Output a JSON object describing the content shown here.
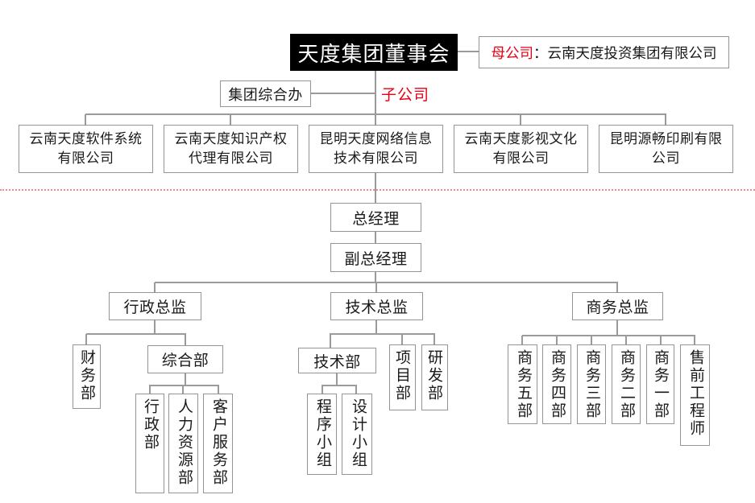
{
  "org": {
    "board": "天度集团董事会",
    "parent": {
      "label_red": "母公司",
      "label_black": "：云南天度投资集团有限公司"
    },
    "subsidiary_label": "子公司",
    "group_office": "集团综合办",
    "companies": [
      "云南天度软件系统\n有限公司",
      "云南天度知识产权\n代理有限公司",
      "昆明天度网络信息\n技术有限公司",
      "云南天度影视文化\n有限公司",
      "昆明源畅印刷有限\n公司"
    ],
    "gm": "总经理",
    "dgm": "副总经理",
    "directors": [
      "行政总监",
      "技术总监",
      "商务总监"
    ],
    "admin": {
      "finance": "财务部",
      "general": "综合部",
      "teams": [
        "行政部",
        "人力资源部",
        "客户服务部"
      ]
    },
    "tech": {
      "dept": "技术部",
      "project": "项目部",
      "rnd": "研发部",
      "groups": [
        "程序小组",
        "设计小组"
      ]
    },
    "biz": {
      "teams": [
        "商务五部",
        "商务四部",
        "商务三部",
        "商务二部",
        "商务一部",
        "售前工程师"
      ]
    }
  },
  "colors": {
    "accent_red": "#e60012",
    "divider_red": "#f28b8b",
    "line_gray": "#9a9a9a",
    "board_bg": "#000000",
    "board_text": "#ffffff"
  }
}
